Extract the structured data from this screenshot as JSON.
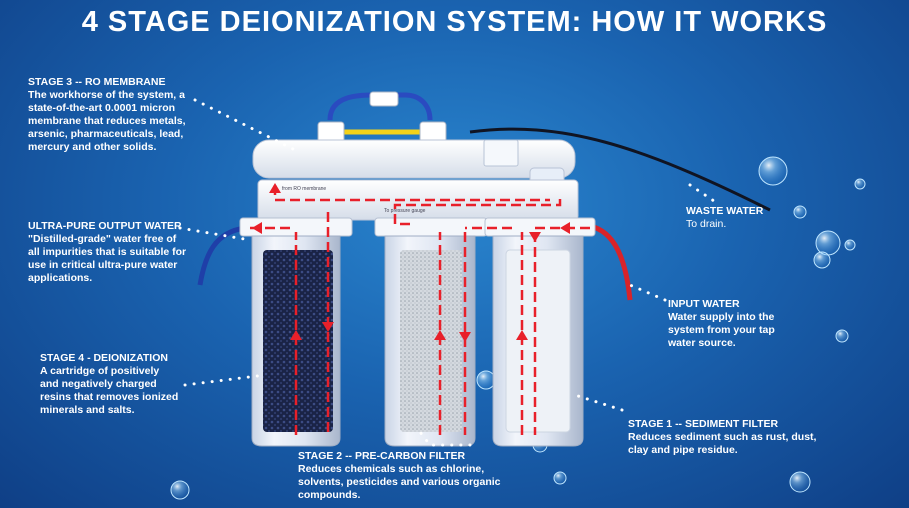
{
  "title": "4 STAGE DEIONIZATION SYSTEM: HOW IT WORKS",
  "callouts": {
    "stage3": {
      "head": "STAGE 3 -- RO MEMBRANE",
      "body": "The workhorse of the system, a state-of-the-art 0.0001 micron membrane that reduces metals, arsenic, pharmaceuticals, lead, mercury and other solids."
    },
    "output": {
      "head": "ULTRA-PURE OUTPUT WATER",
      "body": "\"Distilled-grade\" water free of all impurities that is suitable for use in critical ultra-pure water applications."
    },
    "stage4": {
      "head": "STAGE 4 - DEIONIZATION",
      "body": "A cartridge of positively and negatively charged resins that removes ionized minerals and salts."
    },
    "stage2": {
      "head": "STAGE 2 -- PRE-CARBON FILTER",
      "body": "Reduces chemicals such as chlorine, solvents, pesticides and various organic compounds."
    },
    "stage1": {
      "head": "STAGE 1 -- SEDIMENT FILTER",
      "body": "Reduces sediment such as rust, dust, clay and pipe residue."
    },
    "input": {
      "head": "INPUT WATER",
      "body": "Water supply into the system from your tap water source."
    },
    "waste": {
      "head": "WASTE WATER",
      "body": "To drain."
    }
  },
  "labels": {
    "from_ro": "from RO membrane",
    "to_gauge": "To pressure gauge"
  },
  "colors": {
    "flow_arrow": "#e8202a",
    "input_tube": "#d8232a",
    "output_tube": "#1f3fa8",
    "background": "#1a63b0"
  }
}
